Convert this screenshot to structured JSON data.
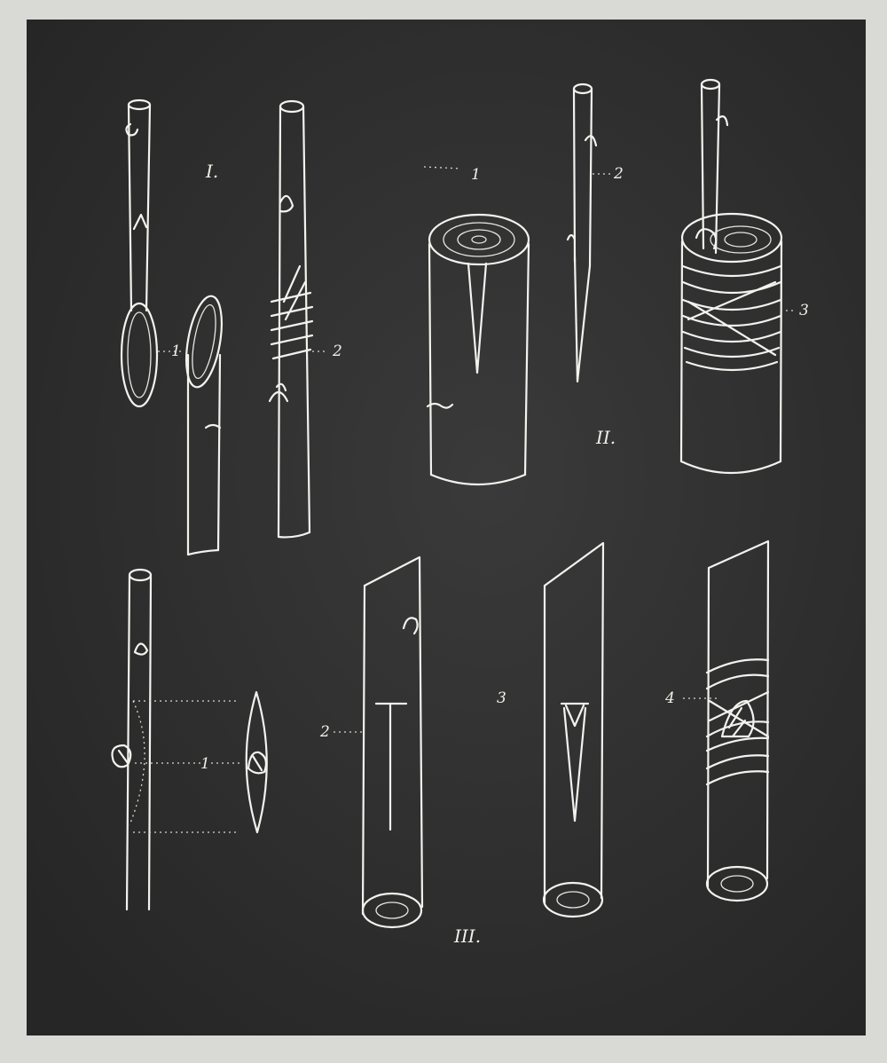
{
  "colors": {
    "board": "#2e2e2e",
    "chalk": "#f2f2ee",
    "paper": "#d9dad6"
  },
  "sections": [
    {
      "numeral": "I.",
      "labels": [
        "1",
        "2"
      ]
    },
    {
      "numeral": "II.",
      "labels": [
        "1",
        "2",
        "3"
      ]
    },
    {
      "numeral": "III.",
      "labels": [
        "1",
        "2",
        "3",
        "4"
      ]
    }
  ]
}
